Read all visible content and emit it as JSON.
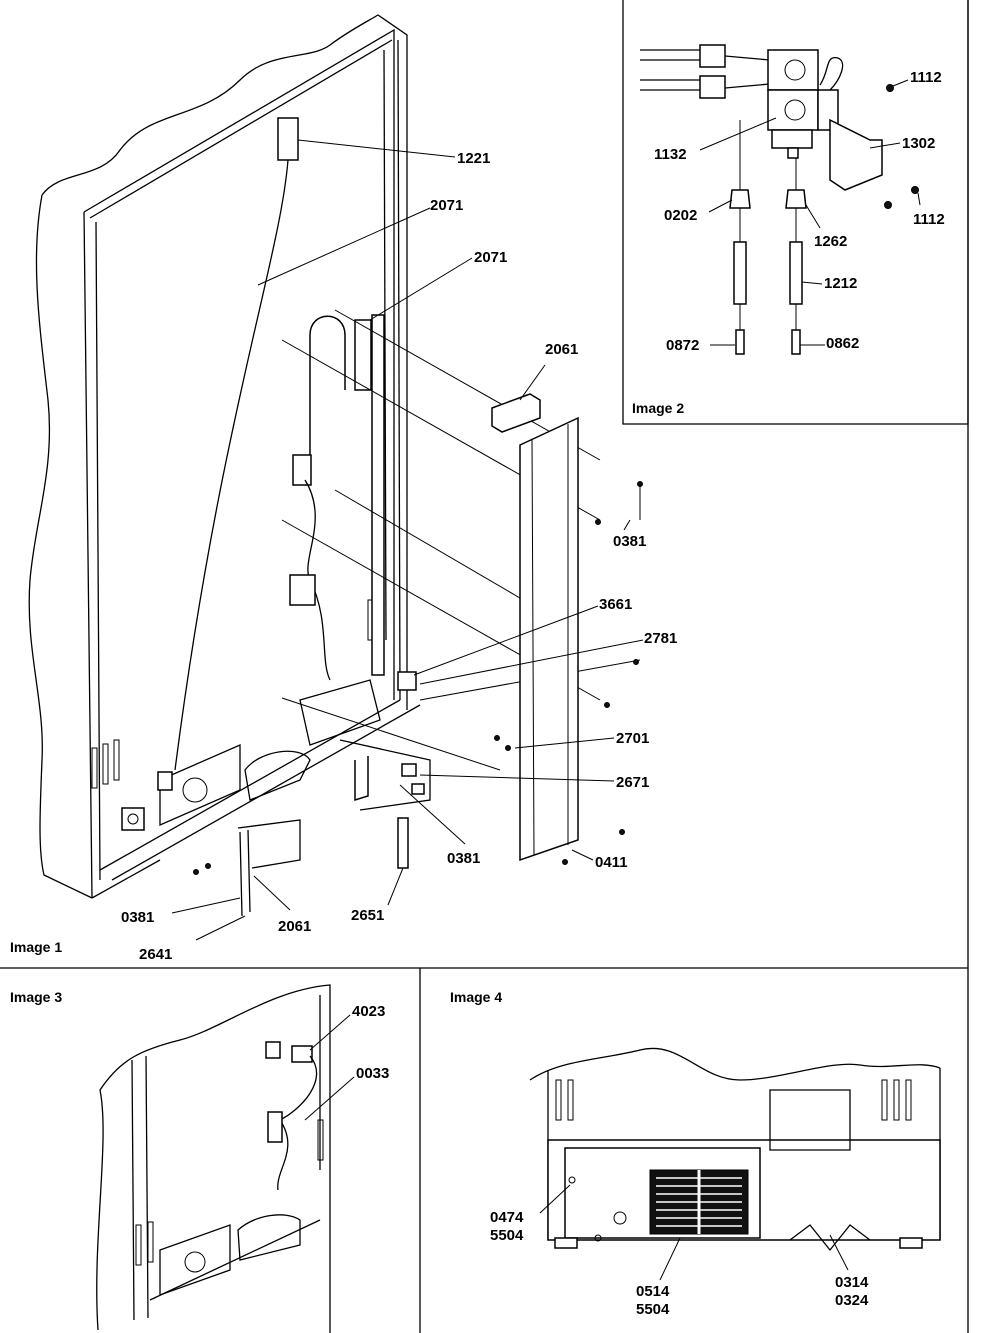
{
  "panels": [
    {
      "id": "image1",
      "caption": "Image 1"
    },
    {
      "id": "image2",
      "caption": "Image 2"
    },
    {
      "id": "image3",
      "caption": "Image 3"
    },
    {
      "id": "image4",
      "caption": "Image 4"
    }
  ],
  "callouts": {
    "image1": [
      "1221",
      "2071",
      "2071",
      "2061",
      "0381",
      "3661",
      "2781",
      "2701",
      "2671",
      "0381",
      "0411",
      "2651",
      "0381",
      "2061",
      "2641"
    ],
    "image2": [
      "1112",
      "1302",
      "1132",
      "1112",
      "0202",
      "1262",
      "1212",
      "0872",
      "0862"
    ],
    "image3": [
      "4023",
      "0033"
    ],
    "image4": [
      "0474",
      "5504",
      "0514",
      "5504",
      "0314",
      "0324"
    ]
  }
}
